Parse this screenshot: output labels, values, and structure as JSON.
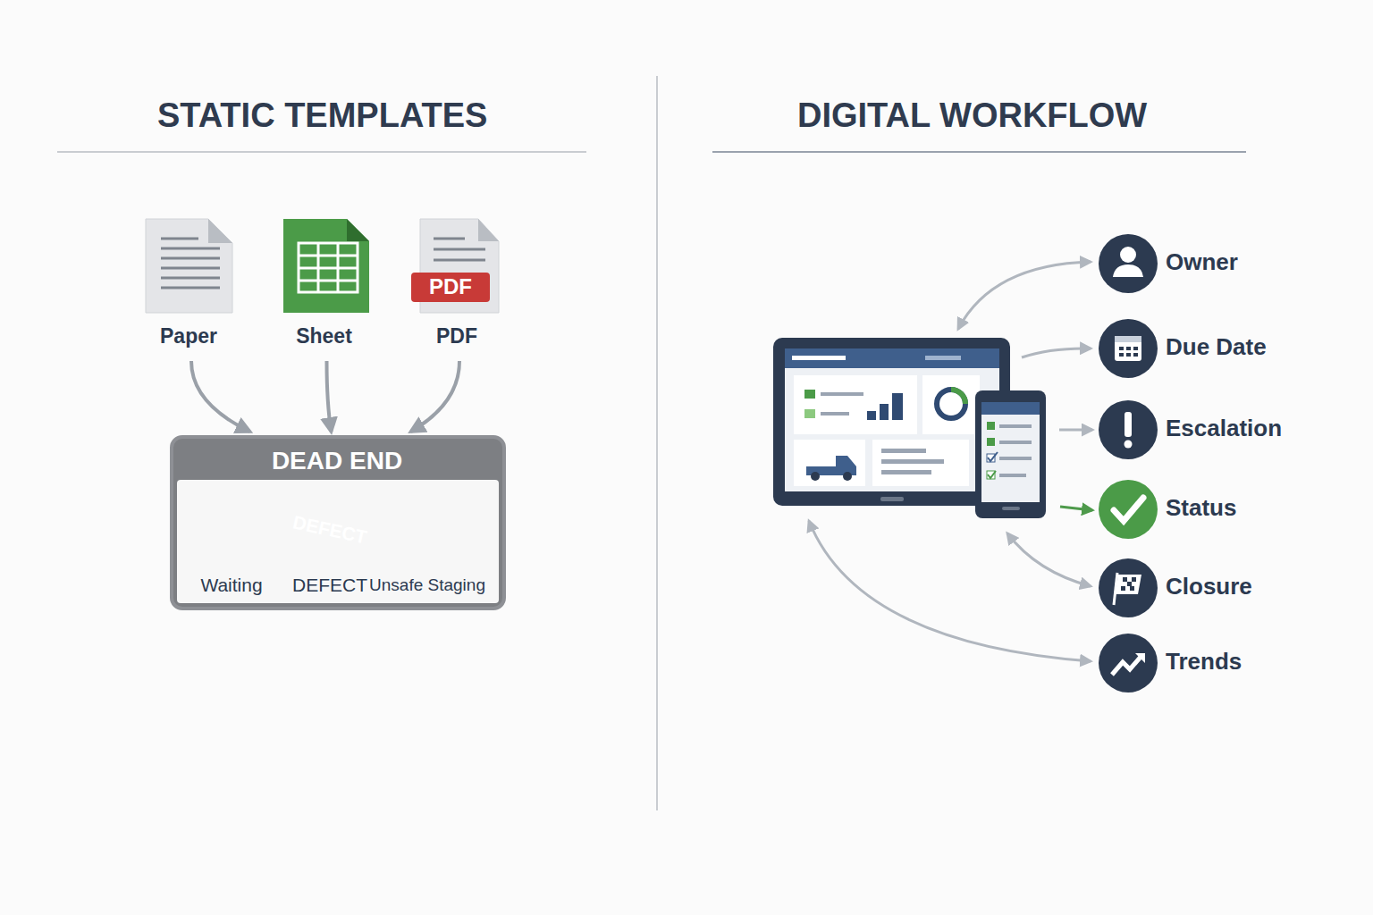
{
  "diagram": {
    "nodes": [
      {
        "text": [
          "Paper"
        ]
      },
      {
        "text": [
          "Sheet"
        ]
      },
      {
        "text": [
          "PDF",
          "PDF"
        ]
      },
      {
        "text": [
          "DEAD END"
        ]
      },
      {
        "text": [
          "Waiting"
        ],
        "in": 3
      },
      {
        "text": [
          "DEFECT",
          "DEFECT"
        ],
        "in": 3
      },
      {
        "text": [
          "Unsafe Staging"
        ],
        "in": 3
      },
      {
        "text": [
          "Owner"
        ]
      },
      {
        "text": [
          "Due Date"
        ]
      },
      {
        "text": [
          "Escalation"
        ]
      },
      {
        "text": [
          "Status"
        ]
      },
      {
        "text": [
          "Closure"
        ]
      },
      {
        "text": [
          "Trends"
        ]
      }
    ],
    "edges": [
      {
        "from": 0,
        "to": 3,
        "arrow": "to"
      },
      {
        "from": 1,
        "to": 3,
        "arrow": "to"
      },
      {
        "from": 2,
        "to": 3,
        "arrow": "to"
      }
    ],
    "labels": [
      "STATIC TEMPLATES",
      "DIGITAL WORKFLOW"
    ]
  }
}
